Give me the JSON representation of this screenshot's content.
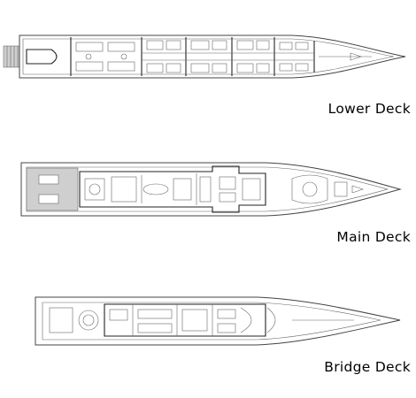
{
  "decks": [
    {
      "id": "lower",
      "label": "Lower Deck"
    },
    {
      "id": "main",
      "label": "Main Deck"
    },
    {
      "id": "bridge",
      "label": "Bridge Deck"
    }
  ]
}
